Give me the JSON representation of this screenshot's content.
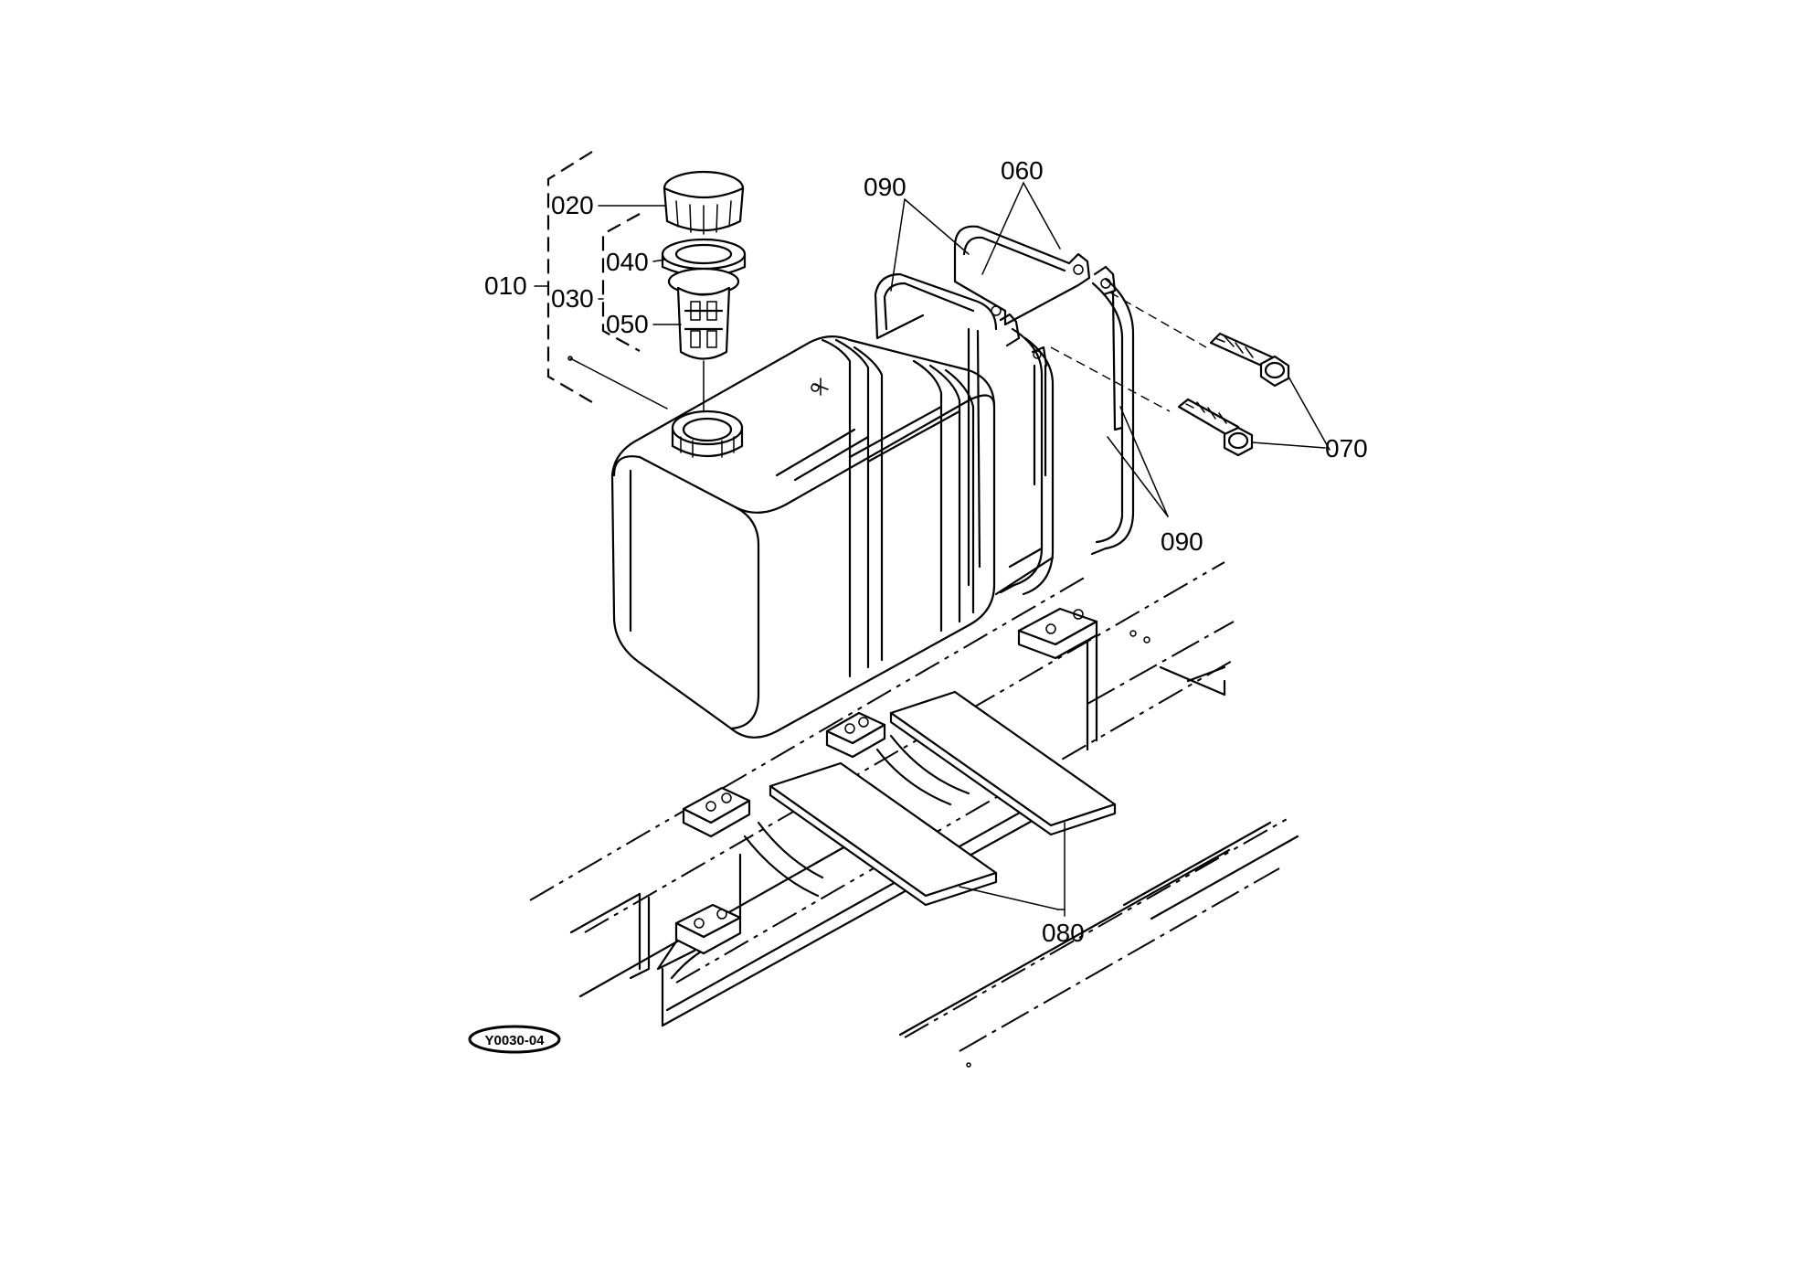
{
  "diagram": {
    "part_labels": {
      "p010": "010",
      "p020": "020",
      "p030": "030",
      "p040": "040",
      "p050": "050",
      "p060": "060",
      "p070": "070",
      "p080": "080",
      "p090_top": "090",
      "p090_bottom": "090"
    },
    "reference_code": "Y0030-04",
    "components": {
      "tank": "fuel-tank",
      "cap": "filler-cap",
      "gasket": "cap-gasket",
      "strainer": "fuel-strainer",
      "bands": "tank-bands",
      "bolts": "band-bolts",
      "pads": "rubber-pads",
      "frame": "chassis-frame"
    }
  }
}
